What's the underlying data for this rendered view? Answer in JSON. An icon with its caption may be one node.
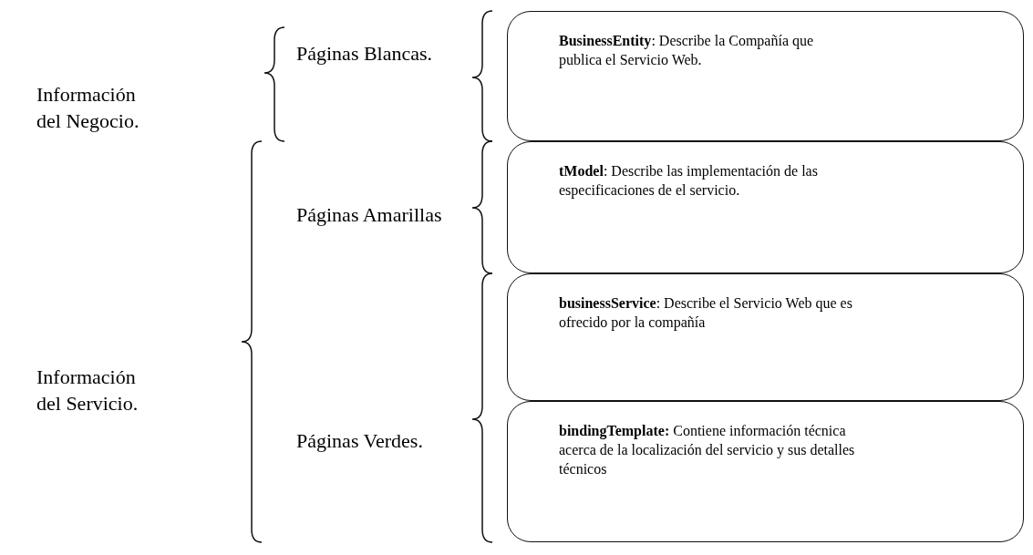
{
  "diagram": {
    "nodes": [
      {
        "text": [
          "**BusinessEntity**: Describe la Compañía que publica el Servicio Web."
        ]
      },
      {
        "text": [
          "**tModel**: Describe las implementación de las especificaciones de el servicio."
        ]
      },
      {
        "text": [
          "**businessService**: Describe el Servicio Web  que es ofrecido por la compañía"
        ]
      },
      {
        "text": [
          "**bindingTemplate:** Contiene información técnica acerca de la localización del servicio y sus detalles técnicos"
        ]
      }
    ],
    "edges": [],
    "labels": [
      "Información del Negocio.",
      "Páginas Blancas.",
      "Páginas Amarillas",
      "Información del Servicio.",
      "Páginas Verdes."
    ]
  }
}
